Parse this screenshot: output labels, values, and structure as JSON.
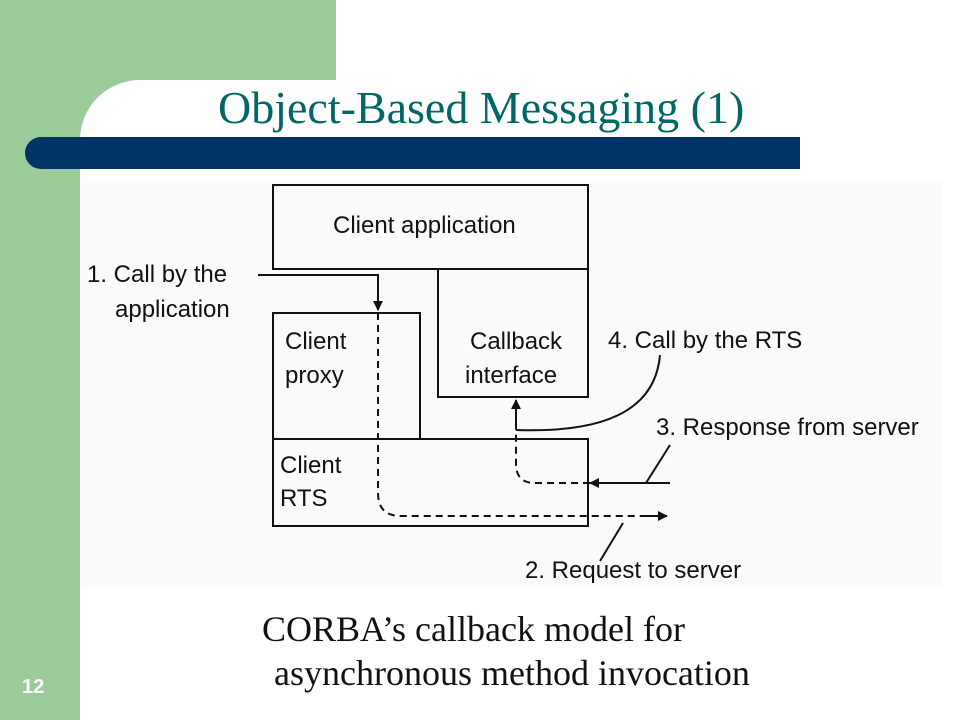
{
  "slide": {
    "title": "Object-Based Messaging (1)",
    "number": "12",
    "caption_line1": "CORBA’s callback model for",
    "caption_line2": "asynchronous method invocation"
  },
  "diagram": {
    "boxes": {
      "client_application": "Client application",
      "client_proxy_line1": "Client",
      "client_proxy_line2": "proxy",
      "callback_interface_line1": "Callback",
      "callback_interface_line2": "interface",
      "client_rts_line1": "Client",
      "client_rts_line2": "RTS"
    },
    "labels": {
      "step1_line1": "1. Call by the",
      "step1_line2": "application",
      "step2": "2. Request to server",
      "step3": "3. Response from server",
      "step4": "4. Call by the RTS"
    }
  },
  "colors": {
    "band_green": "#99cc99",
    "title_bar_navy": "#003366",
    "title_teal": "#006666"
  }
}
